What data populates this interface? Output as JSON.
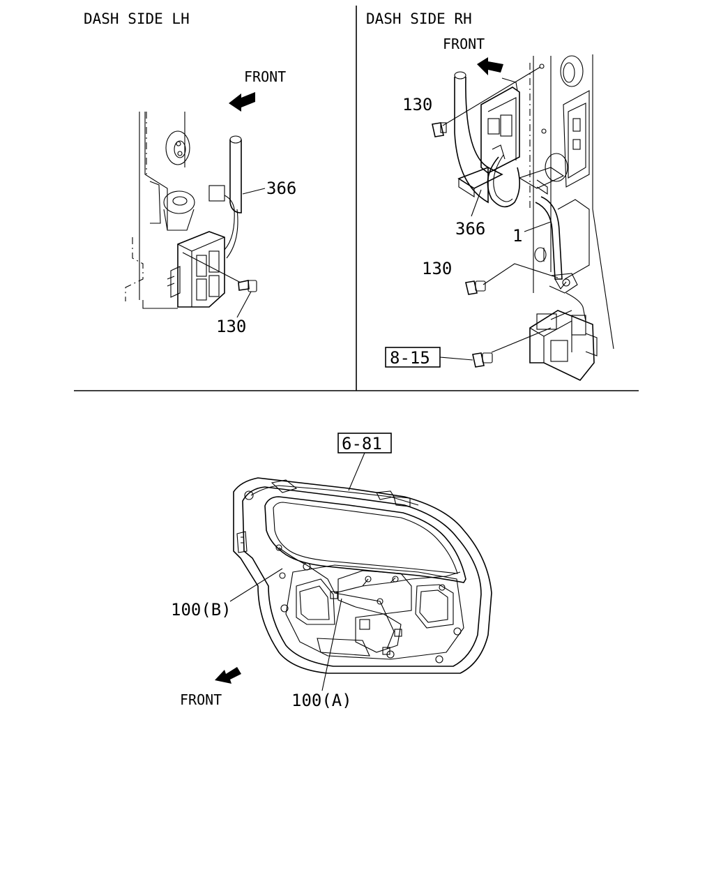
{
  "sections": {
    "left_title": "DASH SIDE LH",
    "right_title": "DASH SIDE RH"
  },
  "labels": {
    "front_lh": "FRONT",
    "front_rh": "FRONT",
    "front_bottom": "FRONT",
    "lh_366": "366",
    "lh_130": "130",
    "rh_130_top": "130",
    "rh_366": "366",
    "rh_1": "1",
    "rh_130_bottom": "130",
    "rh_ref_8_15": "8-15",
    "ref_6_81": "6-81",
    "label_100b": "100(B)",
    "label_100a": "100(A)"
  }
}
